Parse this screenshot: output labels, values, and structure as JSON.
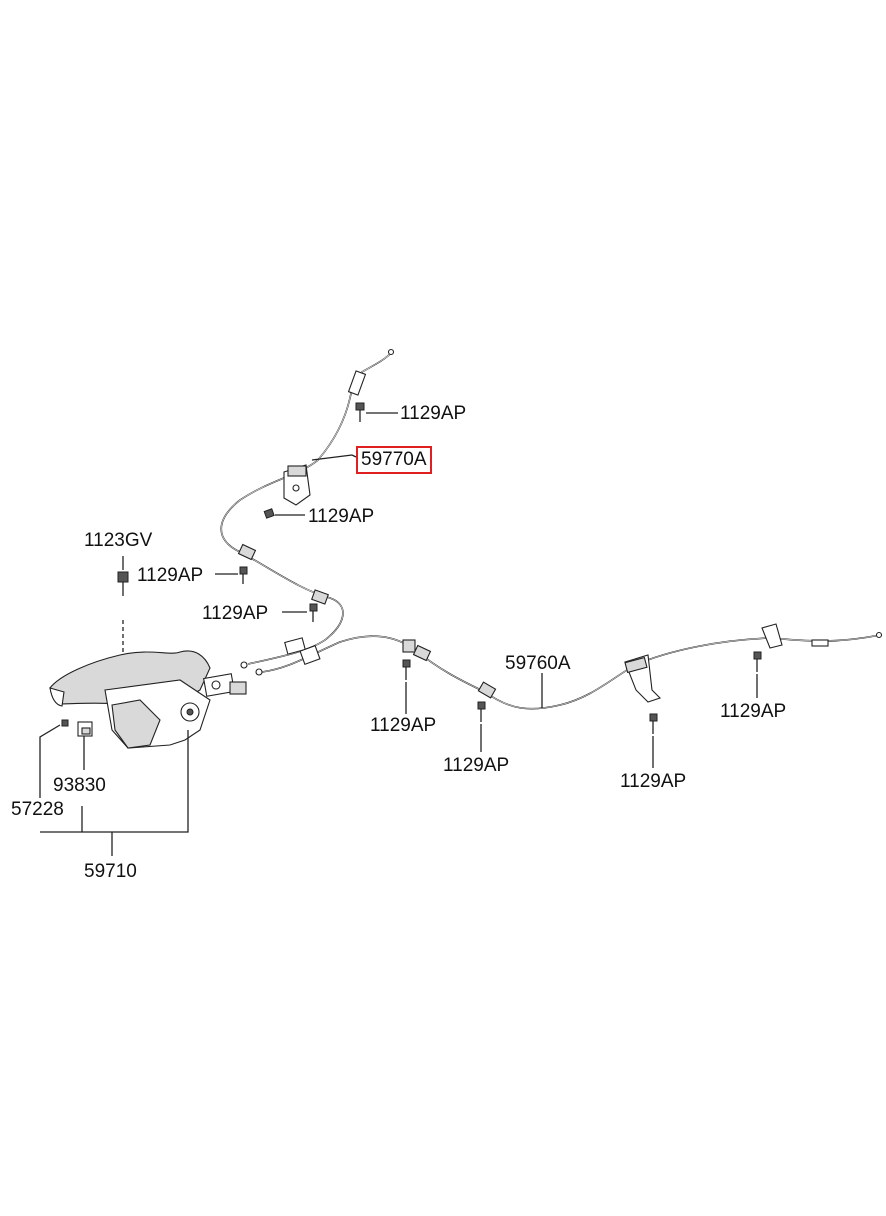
{
  "colors": {
    "highlight": "#e02020",
    "line": "#222222",
    "background": "#ffffff"
  },
  "callouts": {
    "bolt_upper": "1129AP",
    "cable_front": "59770A",
    "bolt_bracket": "1129AP",
    "bolt_lever_side": "1129AP",
    "bolt_mid_left": "1129AP",
    "nut_top": "1123GV",
    "bolt_under_left": "1129AP",
    "bolt_under_mid": "1129AP",
    "cable_rear": "59760A",
    "bolt_rear_bracket": "1129AP",
    "bolt_rear_end": "1129AP",
    "switch": "93830",
    "pin": "57228",
    "lever_assembly": "59710"
  }
}
